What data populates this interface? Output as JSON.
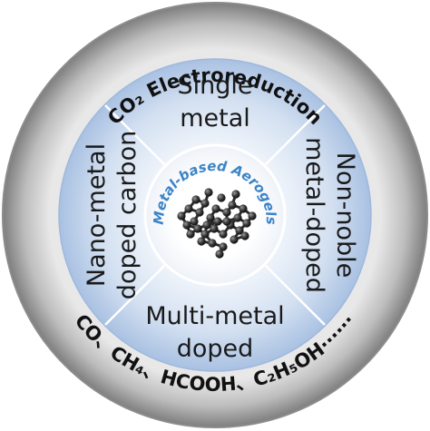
{
  "outer_ring": {
    "top_label": "CO₂ Electroreduction",
    "bottom_label": "CO、CH₄、HCOOH、C₂H₅OH······"
  },
  "segments": {
    "top": {
      "line1": "Single",
      "line2": "metal"
    },
    "right": {
      "line1": "Non-noble",
      "line2": "metal-doped"
    },
    "bottom": {
      "line1": "Multi-metal",
      "line2": "doped"
    },
    "left": {
      "line1": "Nano-metal",
      "line2": "doped carbon"
    }
  },
  "center": {
    "label": "Metal-based Aerogels",
    "icon": "nanoparticle-network-icon"
  },
  "colors": {
    "ring": "#8a8a8a",
    "segment": "#b9cde8",
    "center_text": "#3d84c6",
    "particle": "#2b2b2b"
  }
}
